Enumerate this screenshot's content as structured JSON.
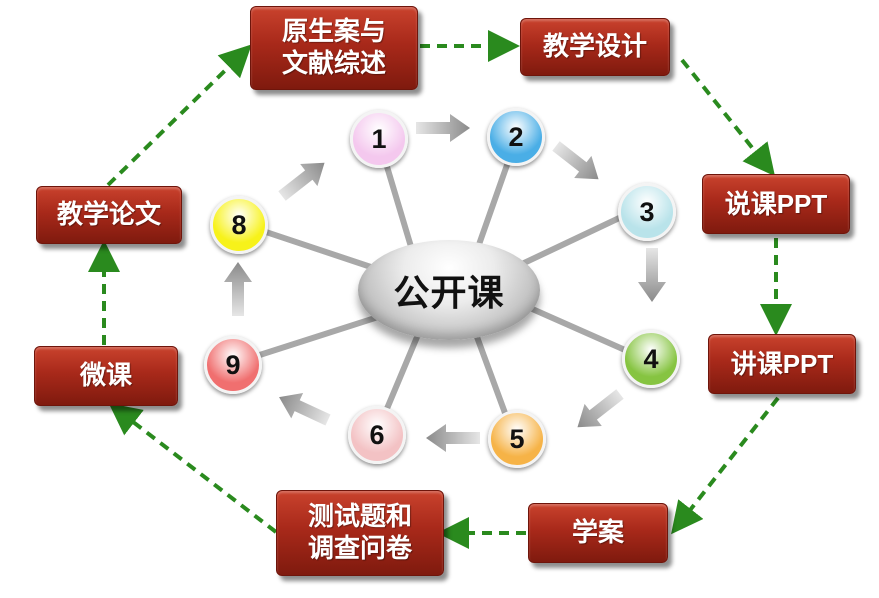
{
  "center": {
    "label": "公开课"
  },
  "steps": [
    {
      "number": "1",
      "color": "#f4c8ee"
    },
    {
      "number": "2",
      "color": "#4aaee6"
    },
    {
      "number": "3",
      "color": "#b9e3ea"
    },
    {
      "number": "4",
      "color": "#86c441"
    },
    {
      "number": "5",
      "color": "#f6b347"
    },
    {
      "number": "6",
      "color": "#f3c2c4"
    },
    {
      "number": "9",
      "color": "#f06f6f"
    },
    {
      "number": "8",
      "color": "#f7f21a"
    }
  ],
  "cycle": {
    "original": [
      "原生案与",
      "文献综述"
    ],
    "design": [
      "教学设计"
    ],
    "shuoke": [
      "说课PPT"
    ],
    "jiangke": [
      "讲课PPT"
    ],
    "xuean": [
      "学案"
    ],
    "test": [
      "测试题和",
      "调查问卷"
    ],
    "weike": [
      "微课"
    ],
    "paper": [
      "教学论文"
    ]
  },
  "colors": {
    "box_red": "#a8291a",
    "connector_green": "#2a8a1e",
    "spoke_gray": "#a8a8a8",
    "arrow_gray": "#8a8a8a"
  }
}
